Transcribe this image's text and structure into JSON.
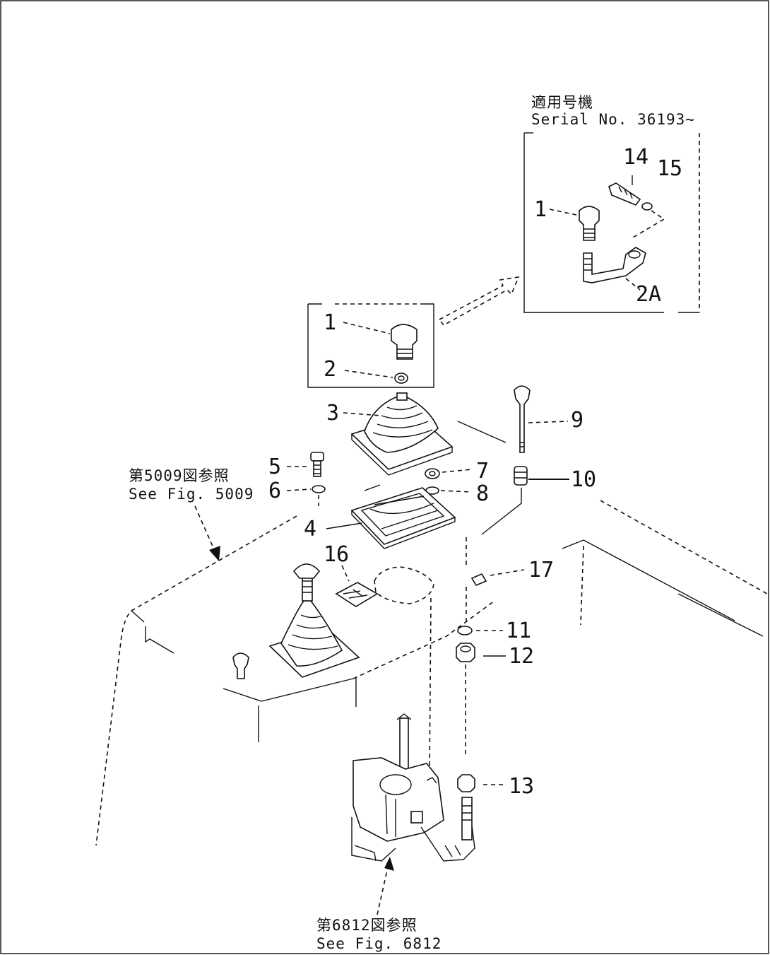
{
  "serial_box": {
    "title_jp": "適用号機",
    "serial": "Serial  No. 36193~"
  },
  "refs": {
    "fig5009_jp": "第5009図参照",
    "fig5009": "See  Fig. 5009",
    "fig6812_jp": "第6812図参照",
    "fig6812": "See  Fig. 6812"
  },
  "callouts": {
    "p1_inset": "1",
    "p14": "14",
    "p15": "15",
    "p2a": "2A",
    "p1": "1",
    "p2": "2",
    "p3": "3",
    "p4": "4",
    "p5": "5",
    "p6": "6",
    "p7": "7",
    "p8": "8",
    "p9": "9",
    "p10": "10",
    "p11": "11",
    "p12": "12",
    "p13": "13",
    "p16": "16",
    "p17": "17"
  }
}
